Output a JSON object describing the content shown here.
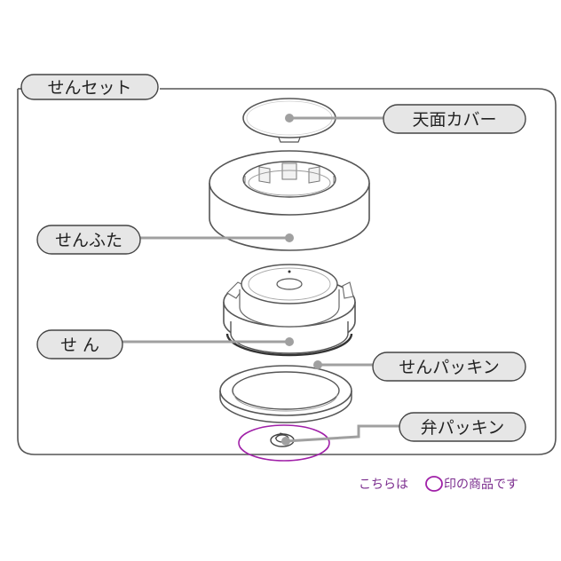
{
  "diagram": {
    "set_label": "せんセット",
    "parts": [
      {
        "id": "top-cover",
        "label": "天面カバー"
      },
      {
        "id": "lid",
        "label": "せんふた"
      },
      {
        "id": "stopper",
        "label": "せ ん"
      },
      {
        "id": "stopper-gasket",
        "label": "せんパッキン"
      },
      {
        "id": "valve-gasket",
        "label": "弁パッキン"
      }
    ],
    "note": {
      "before_mark": "こちらは",
      "after_mark": "印の商品です"
    },
    "colors": {
      "frame": "#555555",
      "pill_fill": "#e6e6e6",
      "pill_stroke": "#444444",
      "leader": "#a0a0a0",
      "highlight": "#a020a8"
    }
  }
}
